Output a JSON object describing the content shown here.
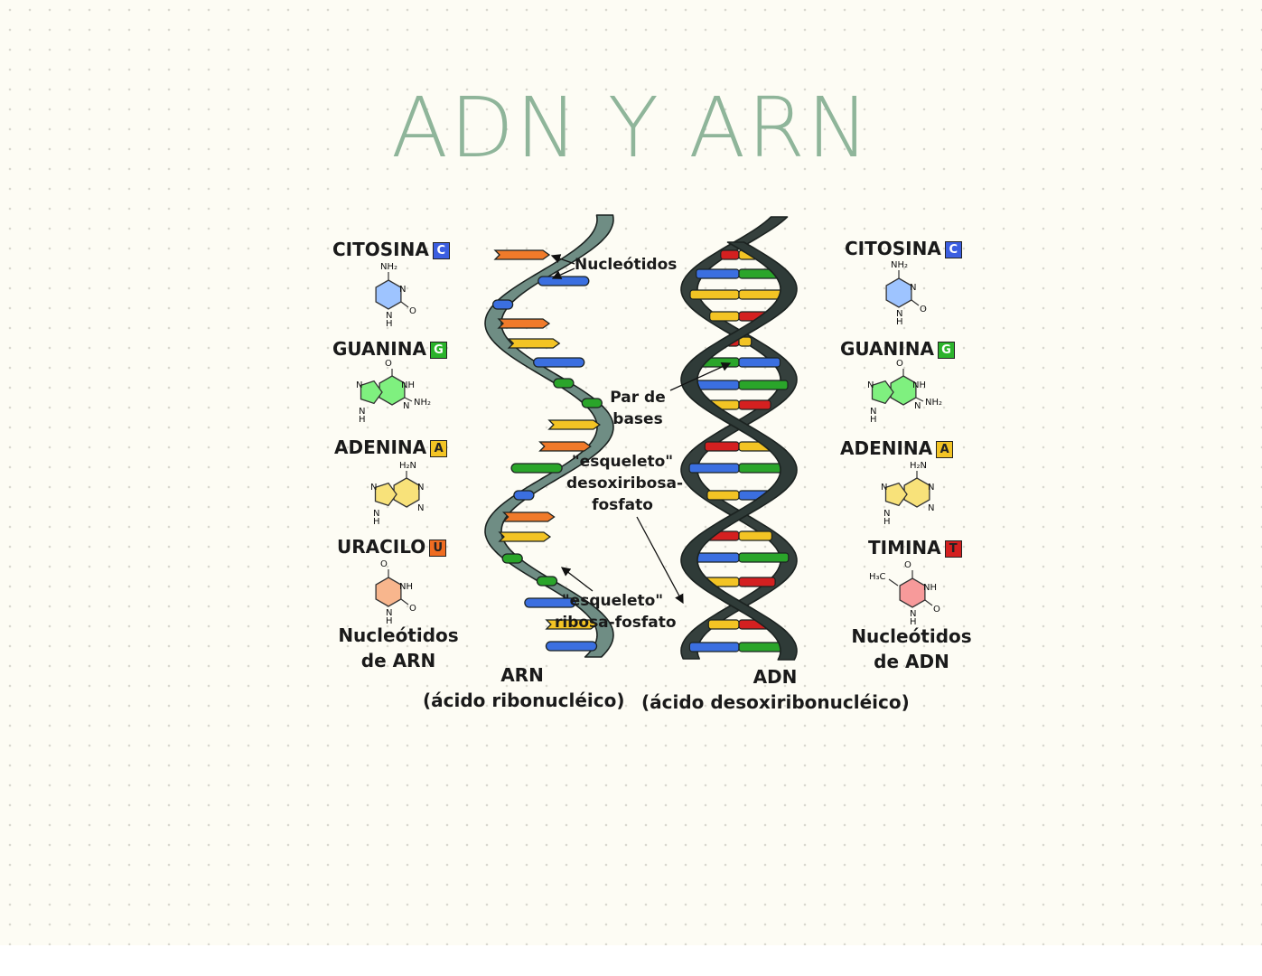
{
  "title": "ADN Y ARN",
  "left_bases": [
    {
      "name": "CITOSINA",
      "letter": "C",
      "color": "#3b5ee0",
      "ring": "#9ec4ff"
    },
    {
      "name": "GUANINA",
      "letter": "G",
      "color": "#2bb32b",
      "ring": "#7ff07f"
    },
    {
      "name": "ADENINA",
      "letter": "A",
      "color": "#f3c424",
      "ring": "#f8e27a"
    },
    {
      "name": "URACILO",
      "letter": "U",
      "color": "#ef6c21",
      "ring": "#f8b68d"
    }
  ],
  "right_bases": [
    {
      "name": "CITOSINA",
      "letter": "C",
      "color": "#3b5ee0",
      "ring": "#9ec4ff"
    },
    {
      "name": "GUANINA",
      "letter": "G",
      "color": "#2bb32b",
      "ring": "#7ff07f"
    },
    {
      "name": "ADENINA",
      "letter": "A",
      "color": "#f3c424",
      "ring": "#f8e27a"
    },
    {
      "name": "TIMINA",
      "letter": "T",
      "color": "#d42020",
      "ring": "#f79a9a"
    }
  ],
  "molecule_labels": {
    "nh2": "NH₂",
    "nh": "NH",
    "n": "N",
    "h": "H",
    "o": "O",
    "h2n": "H₂N",
    "h3c": "H₃C"
  },
  "annotations": {
    "nucleotidos": "Nucleótidos",
    "par_de": "Par de",
    "bases": "bases",
    "esqueleto1": "\"esqueleto\"",
    "desoxiribosa": "desoxiribosa-",
    "fosfato": "fosfato",
    "esqueleto2": "\"esqueleto\"",
    "ribosa_fosfato": "ribosa-fosfato"
  },
  "captions": {
    "left_nuc_1": "Nucleótidos",
    "left_nuc_2": "de ARN",
    "right_nuc_1": "Nucleótidos",
    "right_nuc_2": "de ADN",
    "arn": "ARN",
    "arn_full": "(ácido ribonucléico)",
    "adn": "ADN",
    "adn_full": "(ácido desoxiribonucléico)"
  },
  "colors": {
    "title": "#8fb59a",
    "rna_backbone": "#6f8d84",
    "dna_backbone": "#2f3b38",
    "background": "#fdfcf4"
  }
}
